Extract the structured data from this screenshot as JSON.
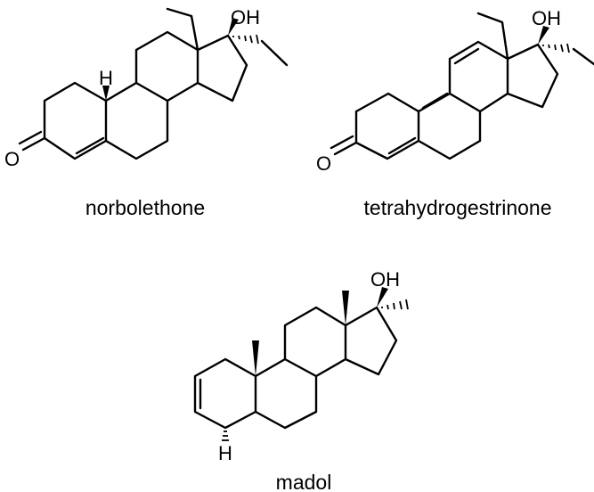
{
  "molecules": [
    {
      "name": "norbolethone",
      "atom_labels": {
        "hydroxyl": "OH",
        "oxygen": "O",
        "hydrogen": "H"
      }
    },
    {
      "name": "tetrahydrogestrinone",
      "atom_labels": {
        "hydroxyl": "OH",
        "oxygen": "O"
      }
    },
    {
      "name": "madol",
      "atom_labels": {
        "hydroxyl": "OH",
        "hydrogen": "H"
      }
    }
  ]
}
